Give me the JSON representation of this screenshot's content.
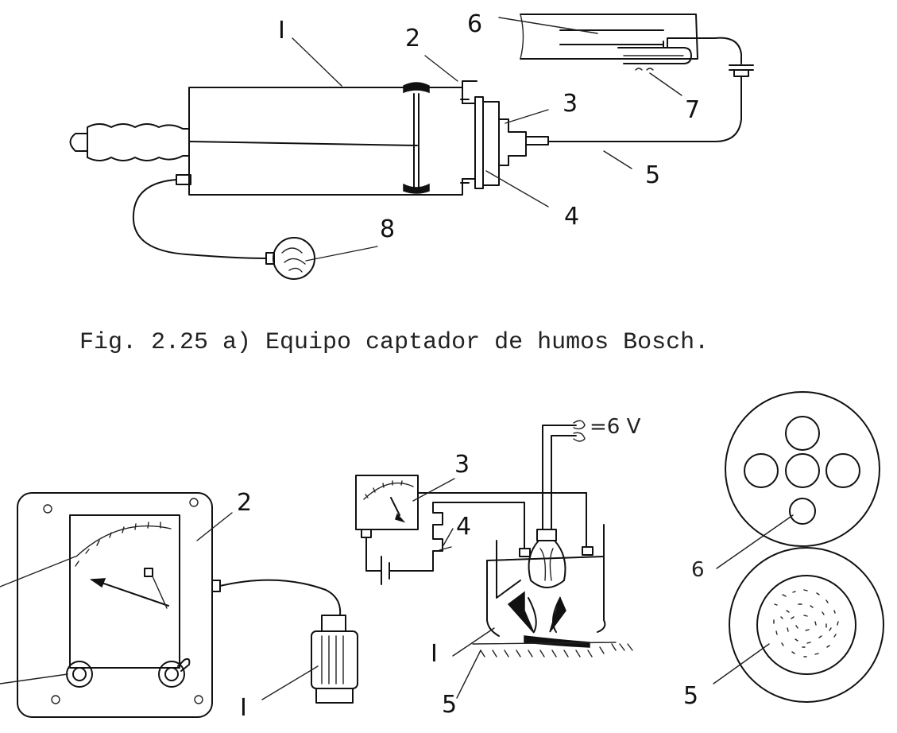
{
  "caption": "Fig. 2.25 a) Equipo captador de humos Bosch.",
  "top_labels": {
    "l1": "I",
    "l2": "2",
    "l3": "3",
    "l4": "4",
    "l5": "5",
    "l6": "6",
    "l7": "7",
    "l8": "8"
  },
  "meter_labels": {
    "l2": "2",
    "lI": "I"
  },
  "circuit_labels": {
    "l3": "3",
    "l4": "4",
    "lI": "I",
    "l5": "5",
    "voltage": "=6 V"
  },
  "disc_labels": {
    "l6": "6",
    "l5": "5"
  }
}
